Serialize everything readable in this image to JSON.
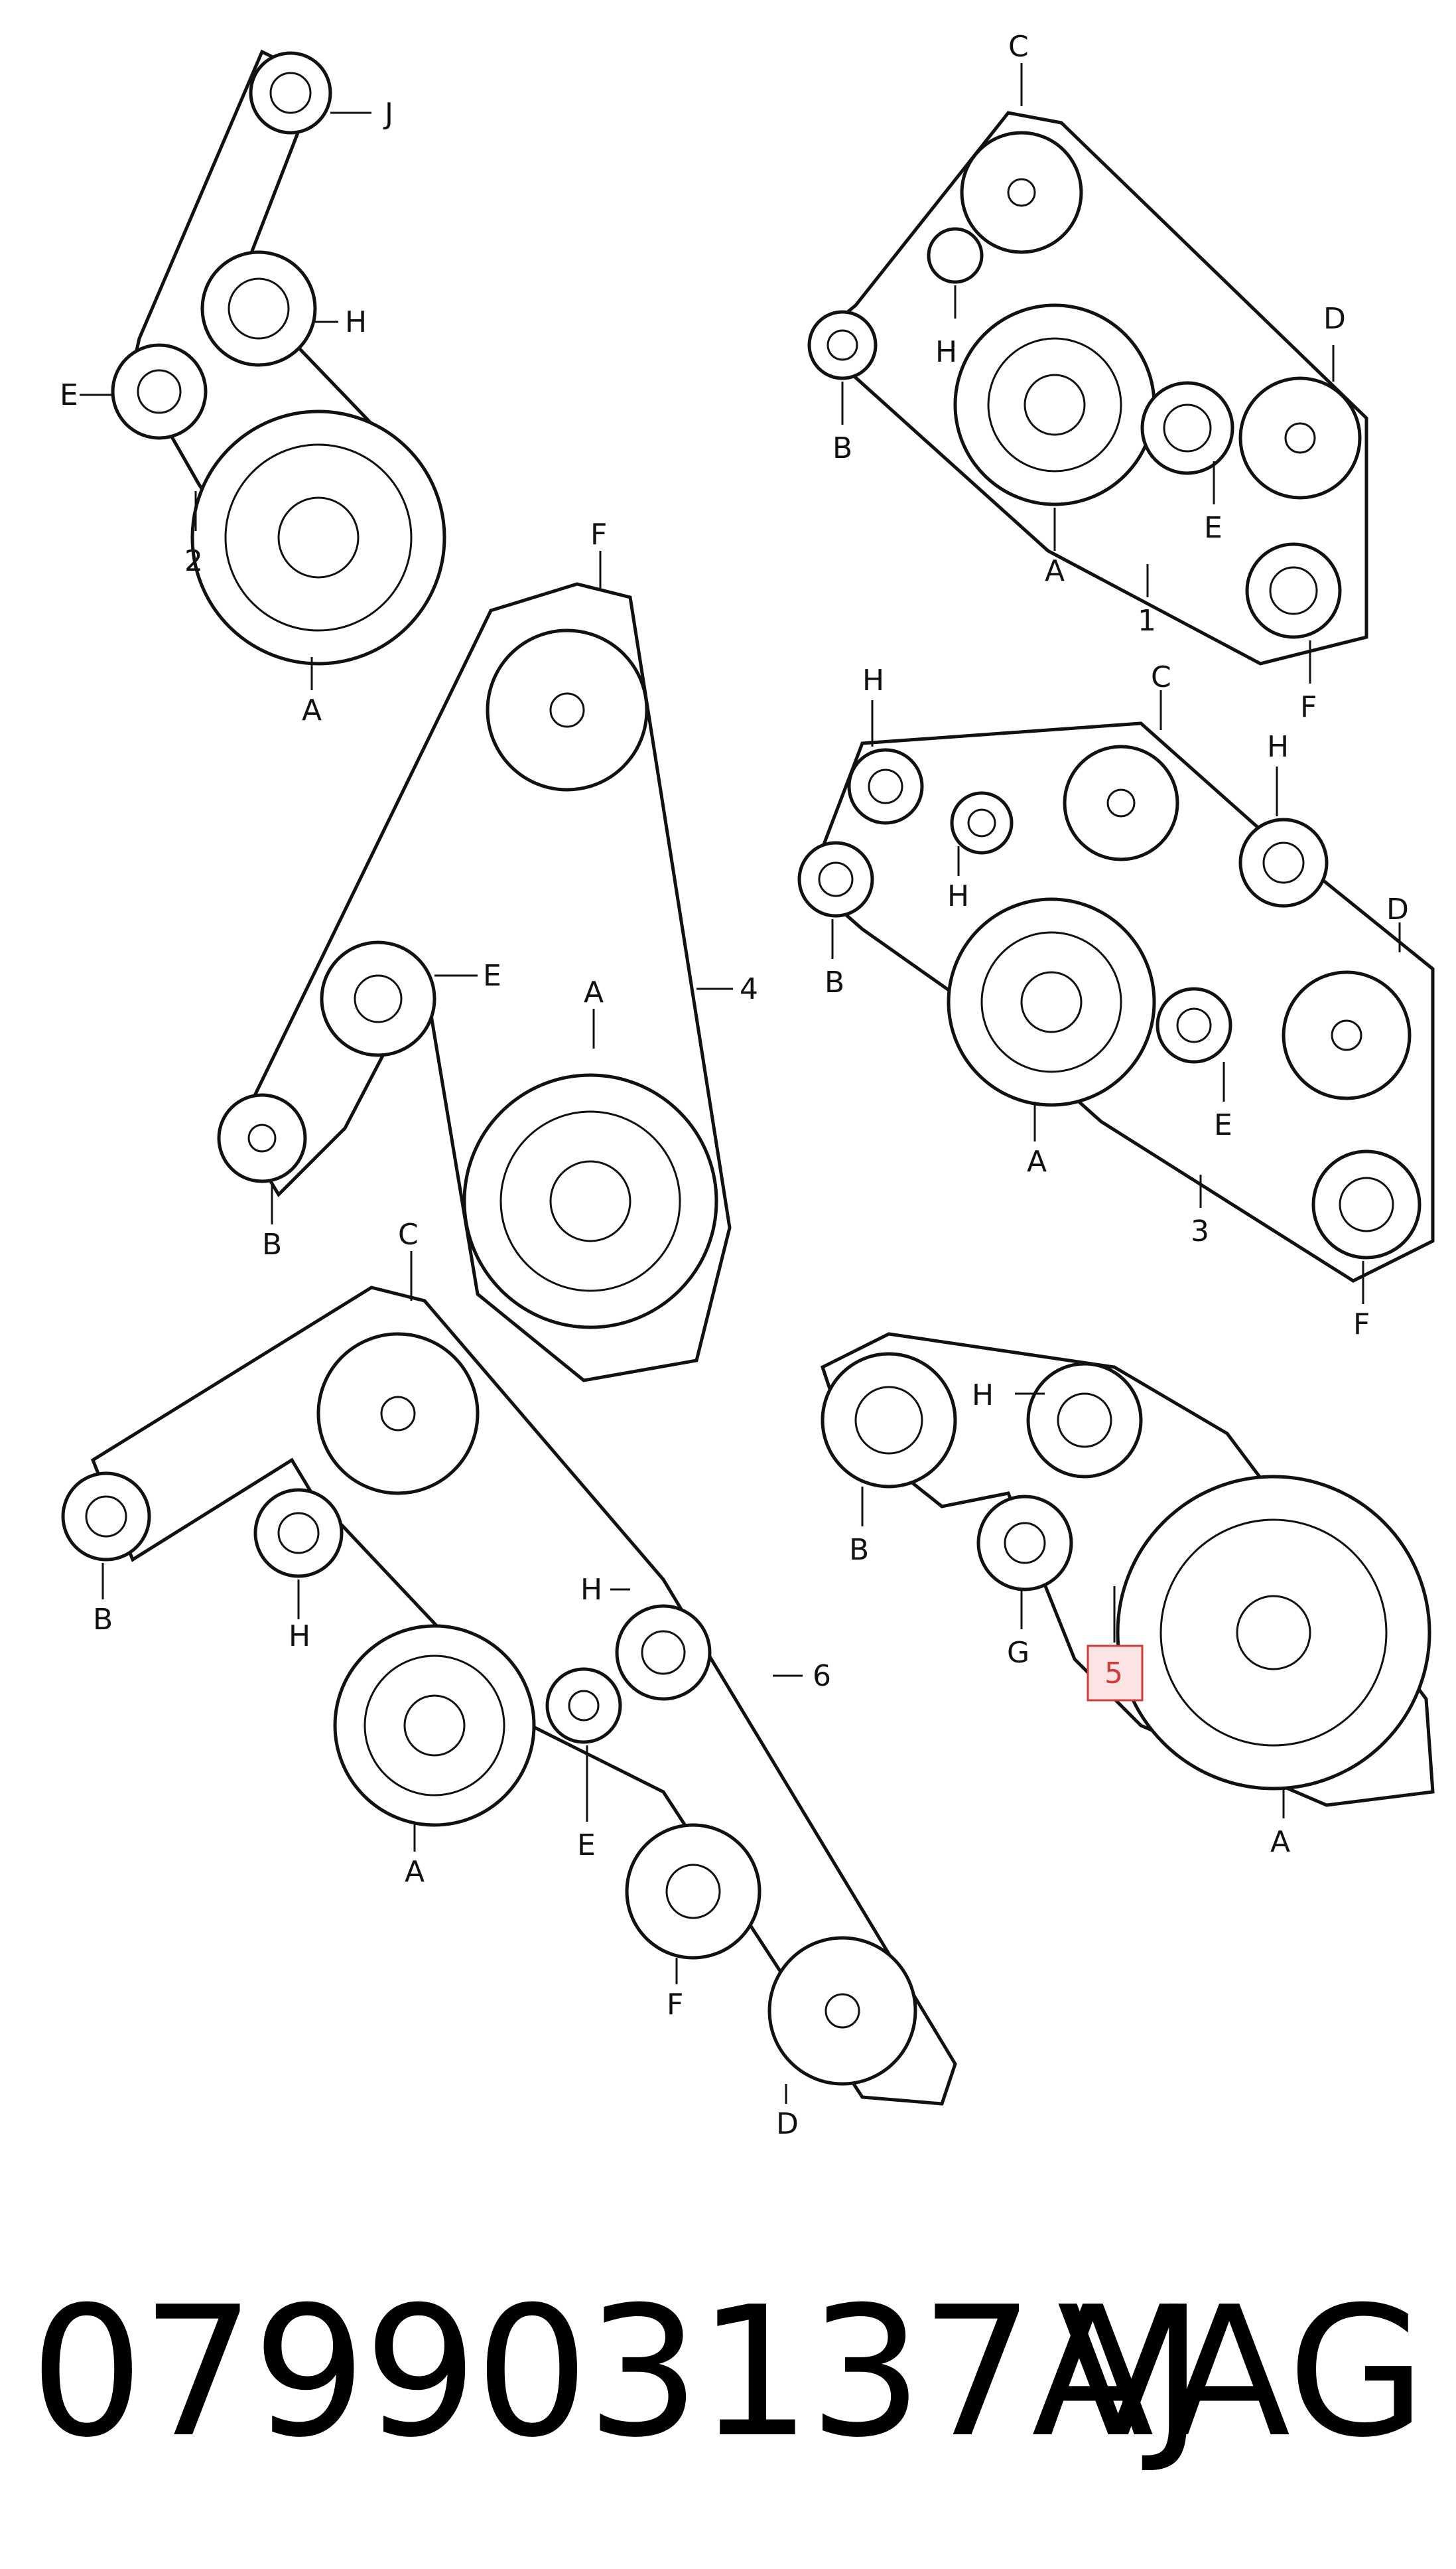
{
  "assemblies": [
    {
      "id": "1",
      "labels": [
        "A",
        "B",
        "C",
        "D",
        "E",
        "F",
        "H"
      ]
    },
    {
      "id": "2",
      "labels": [
        "A",
        "E",
        "H",
        "J"
      ]
    },
    {
      "id": "3",
      "labels": [
        "A",
        "B",
        "C",
        "D",
        "E",
        "F",
        "H",
        "H",
        "H"
      ]
    },
    {
      "id": "4",
      "labels": [
        "A",
        "B",
        "E",
        "F"
      ]
    },
    {
      "id": "5",
      "labels": [
        "A",
        "B",
        "G",
        "H"
      ],
      "highlighted": true
    },
    {
      "id": "6",
      "labels": [
        "A",
        "B",
        "C",
        "D",
        "E",
        "F",
        "H",
        "H"
      ]
    }
  ],
  "highlight_color": "#d33a3a",
  "footer": {
    "part_number": "079903137AJ",
    "brand": "VAG"
  }
}
